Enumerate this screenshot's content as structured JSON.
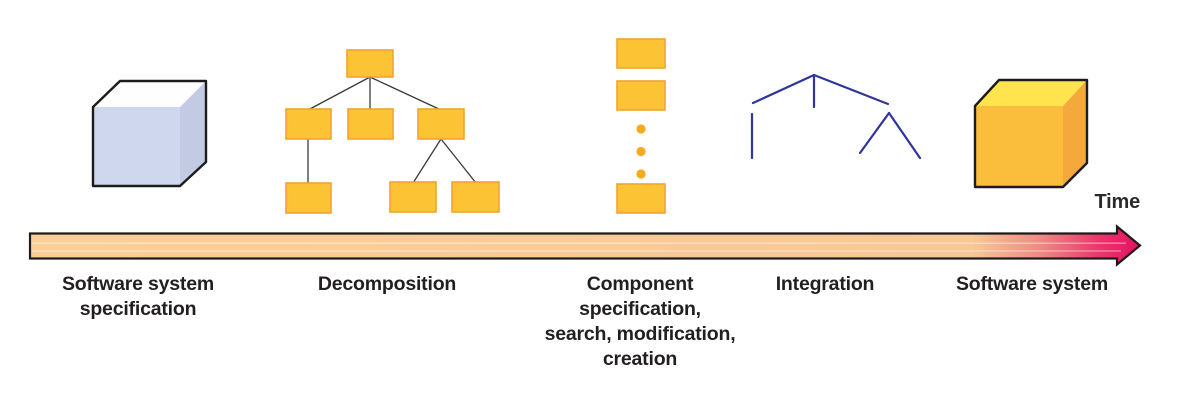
{
  "diagram": {
    "time_label": "Time",
    "stages": [
      {
        "label": "Software system\nspecification",
        "icon": "specification-cube-icon"
      },
      {
        "label": "Decomposition",
        "icon": "decomposition-tree-icon"
      },
      {
        "label": "Component\nspecification,\nsearch, modification,\ncreation",
        "icon": "component-stack-icon"
      },
      {
        "label": "Integration",
        "icon": "integration-tree-icon"
      },
      {
        "label": "Software system",
        "icon": "software-system-cube-icon"
      }
    ]
  },
  "colors": {
    "text": "#231F20",
    "outline": "#1C1C1C",
    "component_fill": "#FCC335",
    "component_border": "#F0A330",
    "dot_fill": "#F7A91F",
    "connector": "#3A3A3A",
    "integration_line": "#303699",
    "cube_blue_top": "#FEFEFE",
    "cube_blue_front": "#CED7ED",
    "cube_blue_side": "#C2CBE3",
    "cube_yellow_top": "#FFE44E",
    "cube_yellow_front": "#FBBE3C",
    "cube_yellow_side": "#F5A83C",
    "arrow": {
      "stops": [
        "#FBCE97",
        "#F7C795",
        "#EE8A84",
        "#E93B6C",
        "#E80E62"
      ],
      "highlight": "rgba(255,255,255,0.45)"
    }
  }
}
